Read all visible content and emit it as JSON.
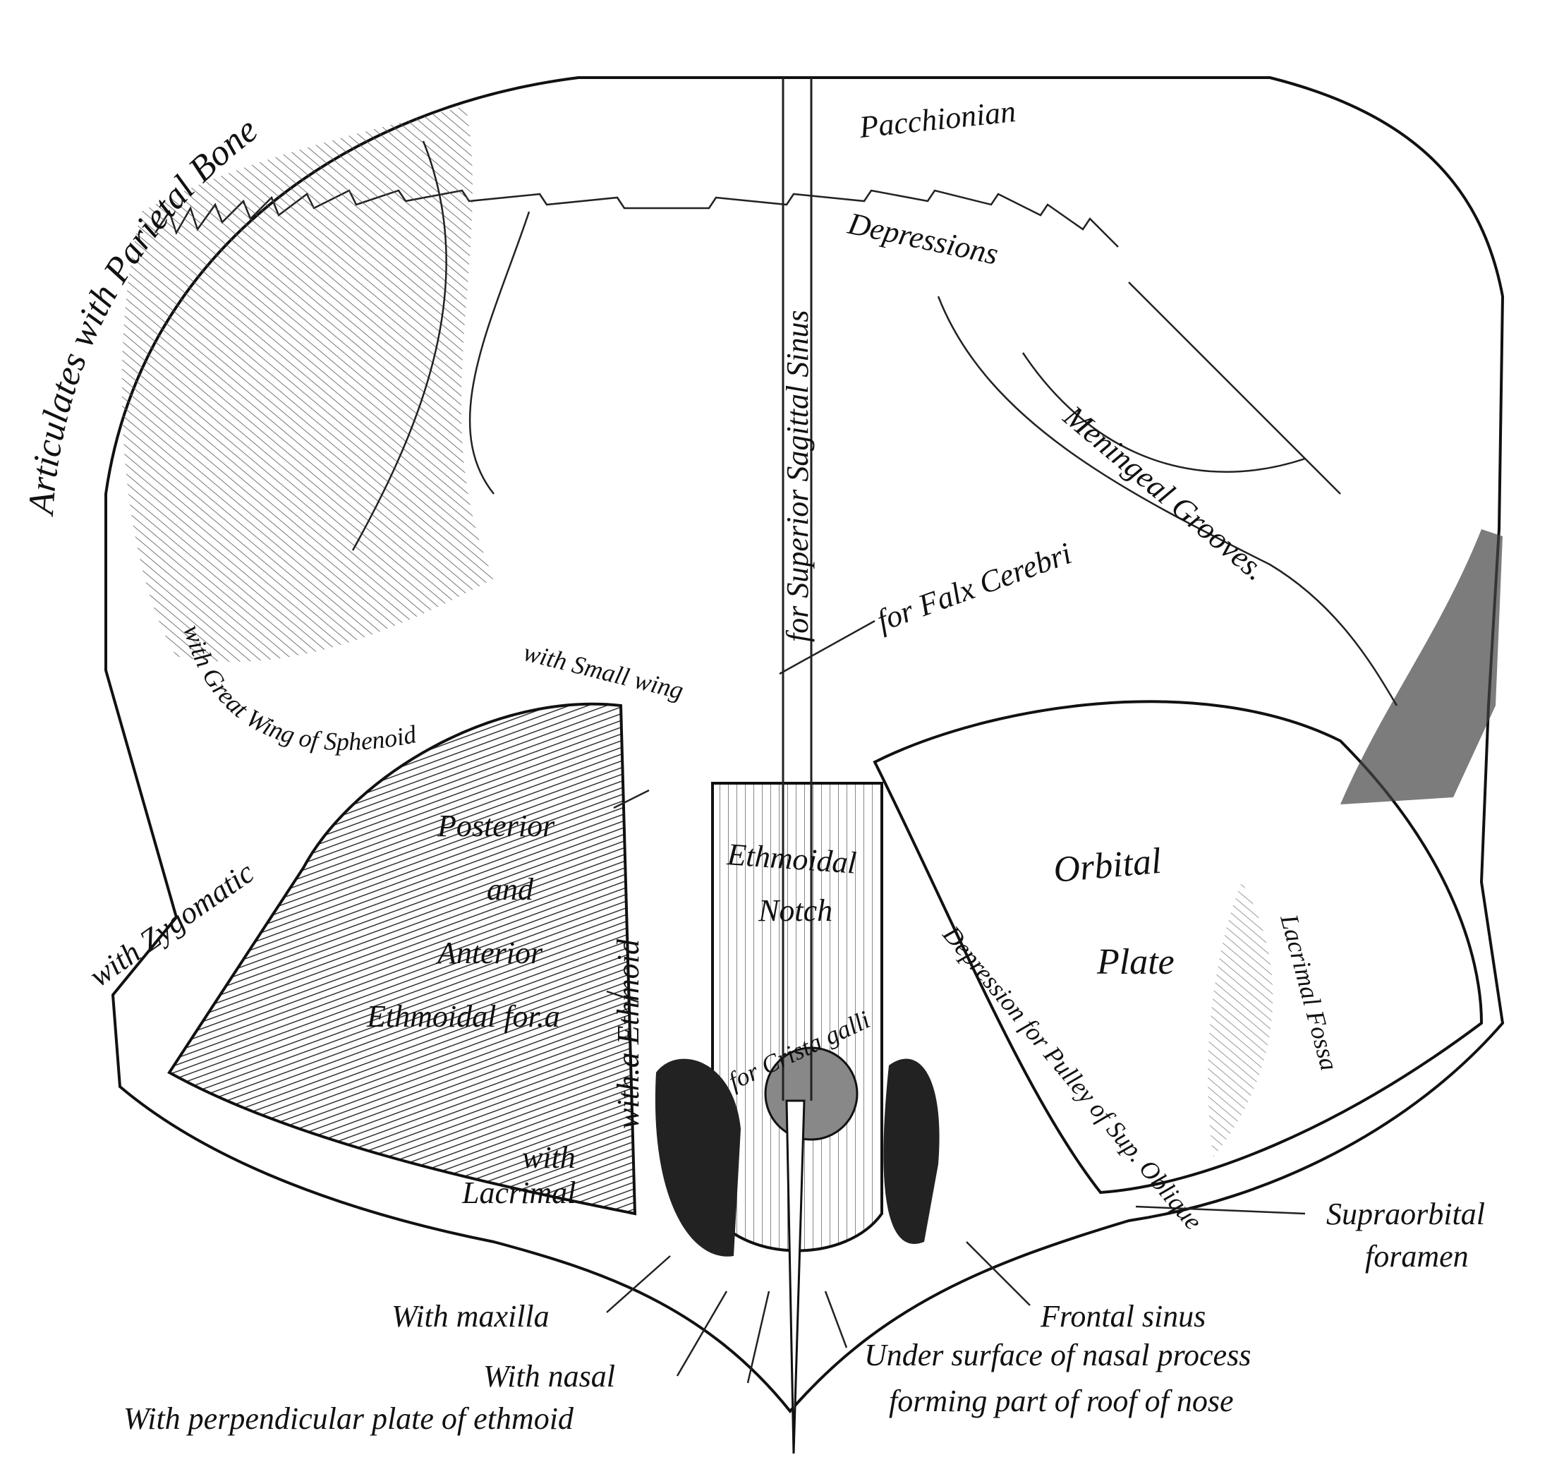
{
  "figure": {
    "labels": {
      "parietal": "Articulates with Parietal Bone",
      "pacchionian": "Pacchionian",
      "depressions": "Depressions",
      "sagittal_sinus": "for Superior Sagittal Sinus",
      "meningeal": "Meningeal Grooves.",
      "falx": "for Falx Cerebri",
      "small_wing": "with Small wing",
      "great_wing": "with Great Wing of Sphenoid",
      "zygomatic": "with Zygomatic",
      "posterior": "Posterior",
      "and": "and",
      "anterior": "Anterior",
      "ethmoidal_for": "Ethmoidal for.a",
      "with_ethmoid": "with.a Ethmoid",
      "ethmoidal": "Ethmoidal",
      "notch": "Notch",
      "crista": "for Crista galli",
      "orbital": "Orbital",
      "plate": "Plate",
      "lacrimal_fossa": "Lacrimal Fossa",
      "pulley": "Depression for Pulley of Sup. Oblique",
      "with": "with",
      "lacrimal": "Lacrimal",
      "supraorbital_1": "Supraorbital",
      "supraorbital_2": "foramen",
      "frontal_sinus": "Frontal sinus",
      "maxilla": "With maxilla",
      "nasal": "With nasal",
      "perpendicular": "With perpendicular plate of ethmoid",
      "under_surface_1": "Under surface of nasal process",
      "under_surface_2": "forming part of roof of nose"
    }
  }
}
